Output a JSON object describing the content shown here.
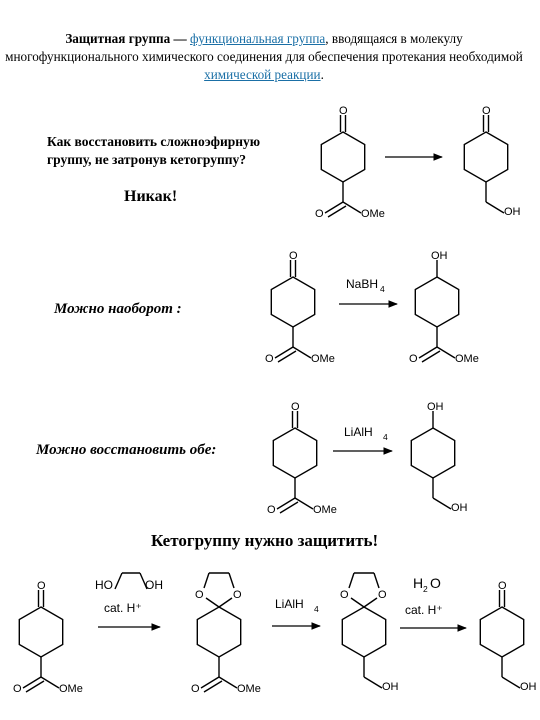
{
  "intro": {
    "p1": "Защитная группа — ",
    "link1": "функциональная группа",
    "p2": ", вводящаяся в молекулу многофункционального химического соединения для обеспечения протекания  необходимой ",
    "link2": "химической реакции",
    "p3": "."
  },
  "question": "Как восстановить сложноэфирную группу, не затронув кетогруппу?",
  "answer_none": "Никак!",
  "label_reverse": "Можно наоборот :",
  "label_both": "Можно восстановить обе:",
  "label_protect": "Кетогруппу нужно защитить!",
  "atoms": {
    "o": "O",
    "ome": "OMe",
    "oh": "OH",
    "ho": "HO"
  },
  "reagents": {
    "nabh4_main": "NaBH",
    "nabh4_sub": "4",
    "lialh4_main": "LiAlH",
    "lialh4_sub": "4",
    "cat_h": "cat. H⁺",
    "h2o_main": "H",
    "h2o_sub": "2",
    "h2o_tail": "O"
  }
}
